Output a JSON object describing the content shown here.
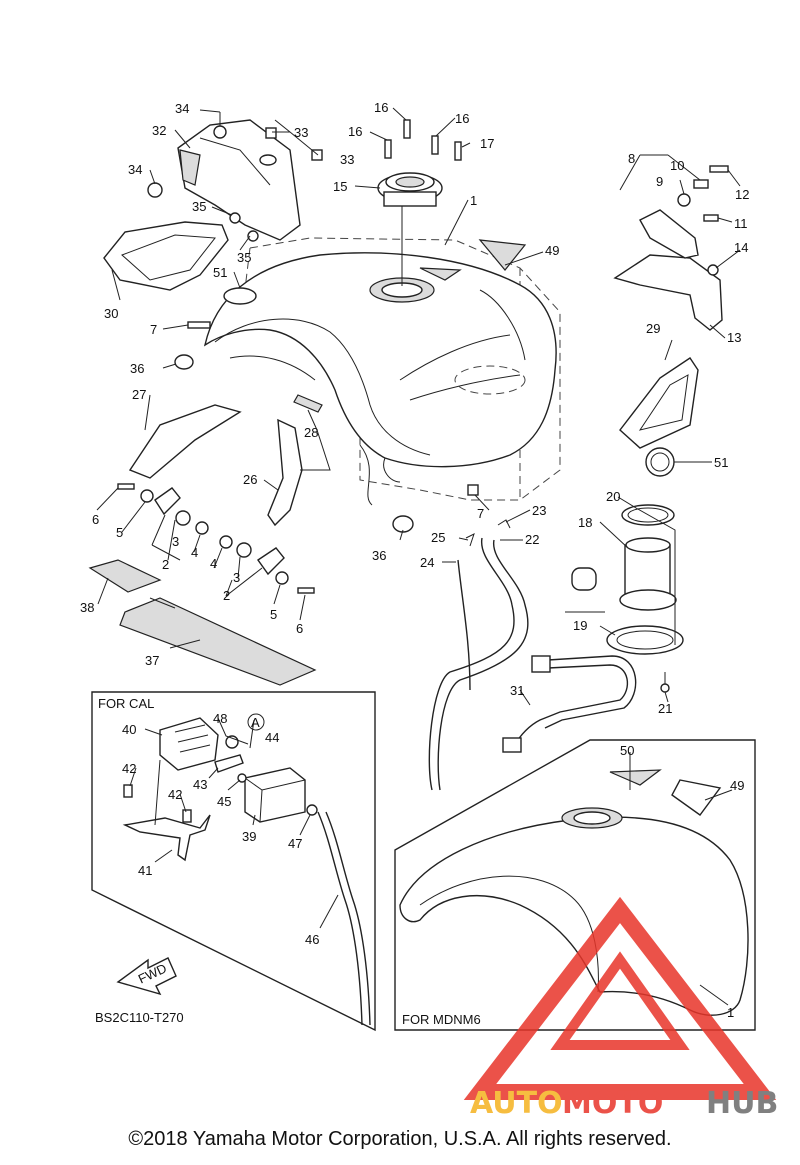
{
  "diagram": {
    "callouts": [
      {
        "id": "c34a",
        "label": "34"
      },
      {
        "id": "c32",
        "label": "32"
      },
      {
        "id": "c33a",
        "label": "33"
      },
      {
        "id": "c33b",
        "label": "33"
      },
      {
        "id": "c34b",
        "label": "34"
      },
      {
        "id": "c35a",
        "label": "35"
      },
      {
        "id": "c35b",
        "label": "35"
      },
      {
        "id": "c30",
        "label": "30"
      },
      {
        "id": "c51a",
        "label": "51"
      },
      {
        "id": "c16a",
        "label": "16"
      },
      {
        "id": "c16b",
        "label": "16"
      },
      {
        "id": "c16c",
        "label": "16"
      },
      {
        "id": "c17",
        "label": "17"
      },
      {
        "id": "c15",
        "label": "15"
      },
      {
        "id": "c1a",
        "label": "1"
      },
      {
        "id": "c49a",
        "label": "49"
      },
      {
        "id": "c8",
        "label": "8"
      },
      {
        "id": "c10",
        "label": "10"
      },
      {
        "id": "c9",
        "label": "9"
      },
      {
        "id": "c12",
        "label": "12"
      },
      {
        "id": "c11",
        "label": "11"
      },
      {
        "id": "c14",
        "label": "14"
      },
      {
        "id": "c13",
        "label": "13"
      },
      {
        "id": "c7a",
        "label": "7"
      },
      {
        "id": "c36a",
        "label": "36"
      },
      {
        "id": "c29",
        "label": "29"
      },
      {
        "id": "c27",
        "label": "27"
      },
      {
        "id": "c28",
        "label": "28"
      },
      {
        "id": "c51b",
        "label": "51"
      },
      {
        "id": "c26",
        "label": "26"
      },
      {
        "id": "c6a",
        "label": "6"
      },
      {
        "id": "c5a",
        "label": "5"
      },
      {
        "id": "c3a",
        "label": "3"
      },
      {
        "id": "c4a",
        "label": "4"
      },
      {
        "id": "c2a",
        "label": "2"
      },
      {
        "id": "c7b",
        "label": "7"
      },
      {
        "id": "c23",
        "label": "23"
      },
      {
        "id": "c20",
        "label": "20"
      },
      {
        "id": "c18",
        "label": "18"
      },
      {
        "id": "c36b",
        "label": "36"
      },
      {
        "id": "c25",
        "label": "25"
      },
      {
        "id": "c22",
        "label": "22"
      },
      {
        "id": "c24",
        "label": "24"
      },
      {
        "id": "c4b",
        "label": "4"
      },
      {
        "id": "c3b",
        "label": "3"
      },
      {
        "id": "c2b",
        "label": "2"
      },
      {
        "id": "c5b",
        "label": "5"
      },
      {
        "id": "c6b",
        "label": "6"
      },
      {
        "id": "c38",
        "label": "38"
      },
      {
        "id": "c37",
        "label": "37"
      },
      {
        "id": "c19",
        "label": "19"
      },
      {
        "id": "c21",
        "label": "21"
      },
      {
        "id": "c31",
        "label": "31"
      },
      {
        "id": "c40",
        "label": "40"
      },
      {
        "id": "c48",
        "label": "48"
      },
      {
        "id": "c44",
        "label": "44"
      },
      {
        "id": "c42a",
        "label": "42"
      },
      {
        "id": "c43",
        "label": "43"
      },
      {
        "id": "c42b",
        "label": "42"
      },
      {
        "id": "c45",
        "label": "45"
      },
      {
        "id": "c39",
        "label": "39"
      },
      {
        "id": "c47",
        "label": "47"
      },
      {
        "id": "c41",
        "label": "41"
      },
      {
        "id": "c46",
        "label": "46"
      },
      {
        "id": "c50",
        "label": "50"
      },
      {
        "id": "c49b",
        "label": "49"
      },
      {
        "id": "c1b",
        "label": "1"
      }
    ],
    "box_cal_title": "FOR CAL",
    "box_mdnm6_title": "FOR MDNM6",
    "marker_a": "A",
    "fwd_label": "FWD",
    "diagram_code": "BS2C110-T270"
  },
  "watermark": {
    "part1": "AUTO",
    "part2": "MOTO",
    "part3": "HUB",
    "color_orange": "#f5b21f",
    "color_red": "#e8352a",
    "color_gray": "#6b6b6b"
  },
  "footer": {
    "copyright": "©2018 Yamaha Motor Corporation, U.S.A. All rights reserved."
  }
}
